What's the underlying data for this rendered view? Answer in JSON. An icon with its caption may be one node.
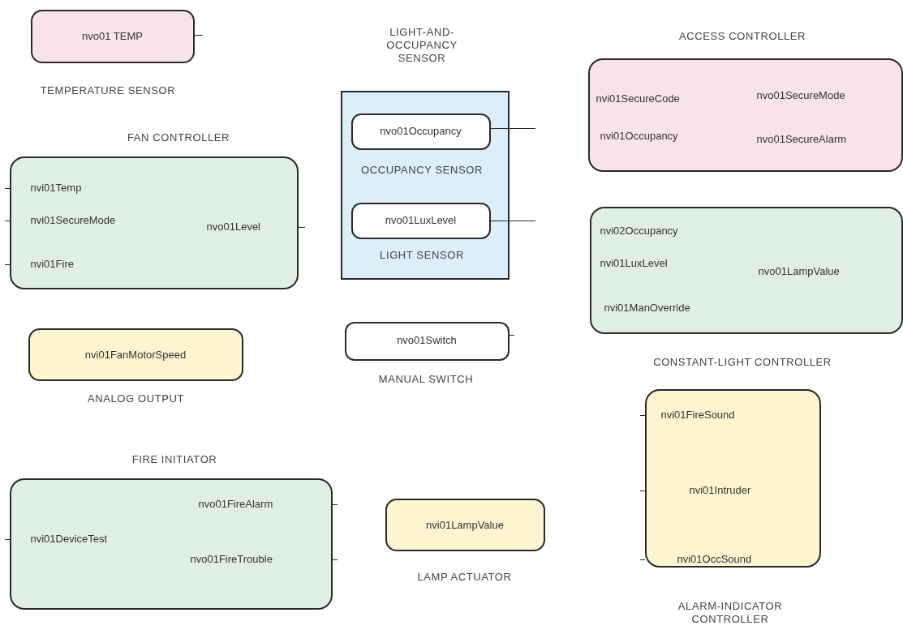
{
  "diagram": {
    "nodes": [
      {
        "text": [
          "nvo01 TEMP",
          "TEMPERATURE SENSOR"
        ]
      },
      {
        "text": [
          "FAN CONTROLLER",
          "nvi01Temp",
          "nvi01SecureMode",
          "nvo01Level",
          "nvi01Fire"
        ]
      },
      {
        "text": [
          "nvi01FanMotorSpeed",
          "ANALOG OUTPUT"
        ]
      },
      {
        "text": [
          "FIRE INITIATOR",
          "nvo01FireAlarm",
          "nvi01DeviceTest",
          "nvo01FireTrouble"
        ]
      },
      {
        "text": [
          "LIGHT-AND-OCCUPANCY SENSOR"
        ]
      },
      {
        "text": [
          "nvo01Occupancy",
          "OCCUPANCY SENSOR"
        ],
        "in": 4
      },
      {
        "text": [
          "nvo01LuxLevel",
          "LIGHT SENSOR"
        ],
        "in": 4
      },
      {
        "text": [
          "nvo01Switch",
          "MANUAL SWITCH"
        ]
      },
      {
        "text": [
          "nvi01LampValue",
          "LAMP ACTUATOR"
        ]
      },
      {
        "text": [
          "ACCESS CONTROLLER",
          "nvi01SecureCode",
          "nvo01SecureMode",
          "nvi01Occupancy",
          "nvo01SecureAlarm"
        ]
      },
      {
        "text": [
          "nvi02Occupancy",
          "nvi01LuxLevel",
          "nvo01LampValue",
          "nvi01ManOverride",
          "CONSTANT-LIGHT CONTROLLER"
        ]
      },
      {
        "text": [
          "nvi01FireSound",
          "nvi01Intruder",
          "nvi01OccSound",
          "ALARM-INDICATOR CONTROLLER"
        ]
      }
    ]
  }
}
